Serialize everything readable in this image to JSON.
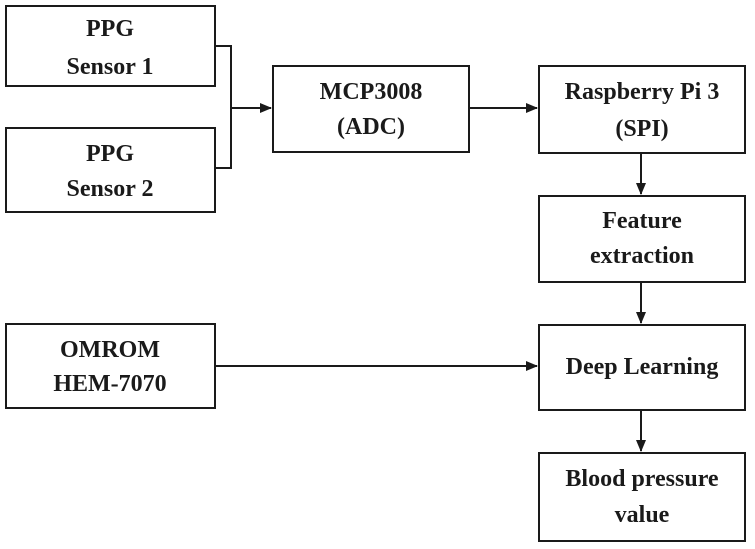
{
  "nodes": {
    "ppg1": {
      "line1": "PPG",
      "line2": "Sensor 1"
    },
    "ppg2": {
      "line1": "PPG",
      "line2": "Sensor 2"
    },
    "adc": {
      "line1": "MCP3008",
      "line2": "(ADC)"
    },
    "rpi": {
      "line1": "Raspberry Pi 3",
      "line2": "(SPI)"
    },
    "feature": {
      "line1": "Feature",
      "line2": "extraction"
    },
    "omrom": {
      "line1": "OMROM",
      "line2": "HEM-7070"
    },
    "deep": {
      "line1": "Deep Learning"
    },
    "bp": {
      "line1": "Blood pressure",
      "line2": "value"
    }
  },
  "edges": [
    {
      "from": "ppg1",
      "to": "adc"
    },
    {
      "from": "ppg2",
      "to": "adc"
    },
    {
      "from": "adc",
      "to": "rpi"
    },
    {
      "from": "rpi",
      "to": "feature"
    },
    {
      "from": "feature",
      "to": "deep"
    },
    {
      "from": "omrom",
      "to": "deep"
    },
    {
      "from": "deep",
      "to": "bp"
    }
  ],
  "colors": {
    "stroke": "#1a1a1a",
    "background": "#ffffff"
  }
}
